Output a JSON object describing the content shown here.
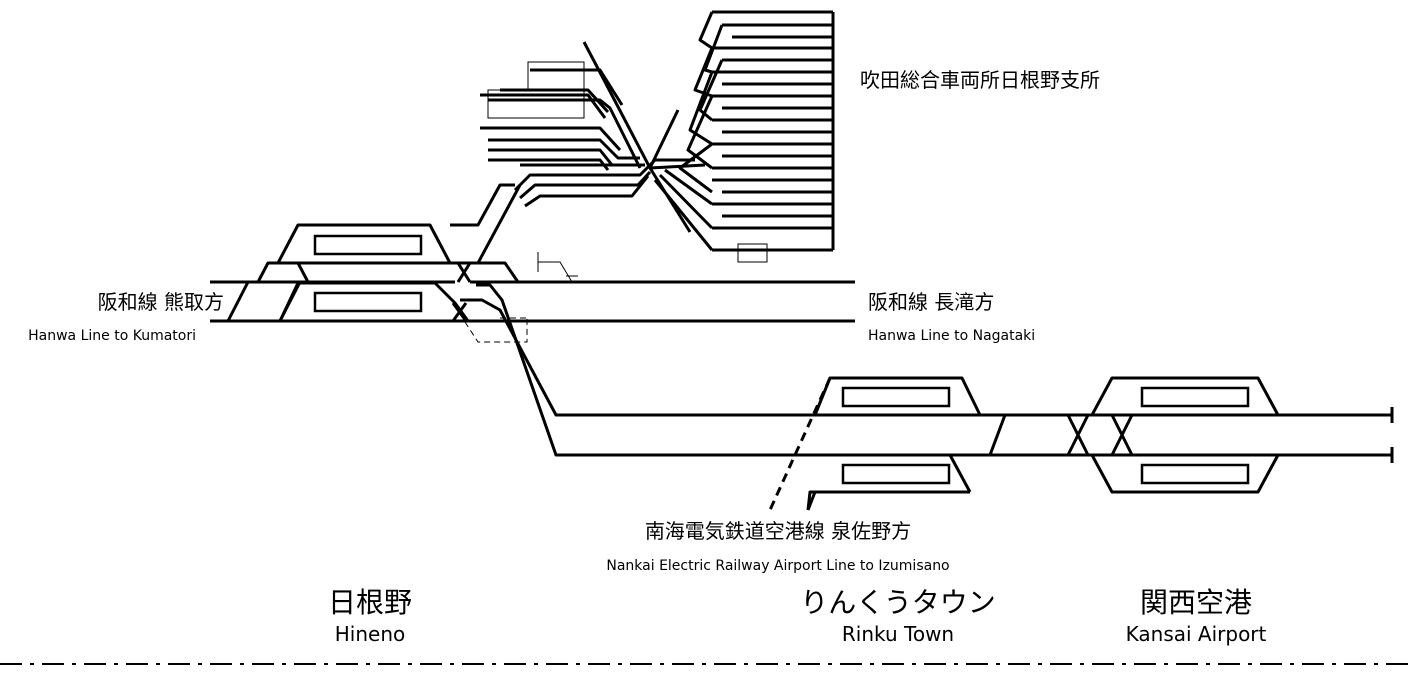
{
  "depot": {
    "name": "吹田総合車両所日根野支所"
  },
  "lines": {
    "kumatori_jp": "阪和線 熊取方",
    "kumatori_en": "Hanwa Line to Kumatori",
    "nagataki_jp": "阪和線 長滝方",
    "nagataki_en": "Hanwa Line to Nagataki",
    "nankai_jp": "南海電気鉄道空港線 泉佐野方",
    "nankai_en": "Nankai Electric Railway Airport Line to Izumisano"
  },
  "stations": [
    {
      "jp": "日根野",
      "en": "Hineno"
    },
    {
      "jp": "りんくうタウン",
      "en": "Rinku Town"
    },
    {
      "jp": "関西空港",
      "en": "Kansai Airport"
    }
  ],
  "colors": {
    "track": "#000000",
    "background": "#ffffff"
  }
}
